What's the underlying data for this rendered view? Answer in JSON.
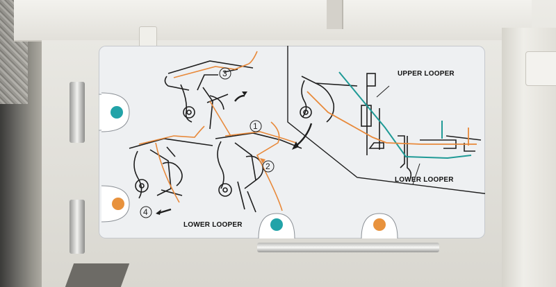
{
  "labels": {
    "upper_looper": "UPPER LOOPER",
    "lower_looper_right": "LOWER LOOPER",
    "lower_looper_left": "LOWER LOOPER"
  },
  "steps": [
    "1",
    "2",
    "3",
    "4"
  ],
  "colors": {
    "thread_orange": "#e8893a",
    "thread_teal": "#1f9a96",
    "card": "#eef0f2",
    "line": "#1e1e1e"
  },
  "dots": [
    {
      "id": "dot-left-teal",
      "color": "#22a3a8"
    },
    {
      "id": "dot-left-orange",
      "color": "#e8923d"
    },
    {
      "id": "dot-bottom-teal",
      "color": "#22a3a8"
    },
    {
      "id": "dot-bottom-orange",
      "color": "#e8923d"
    }
  ]
}
